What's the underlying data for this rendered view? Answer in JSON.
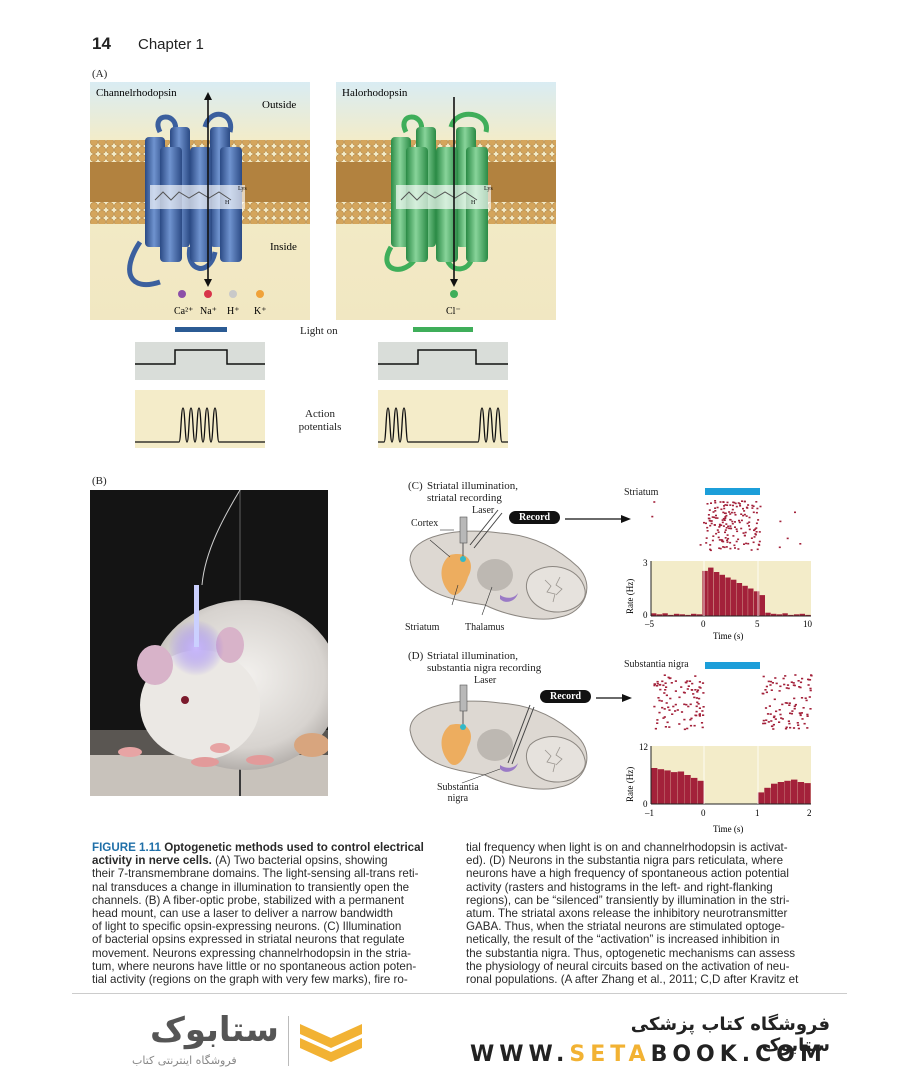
{
  "header": {
    "page_number": "14",
    "chapter": "Chapter 1"
  },
  "panel_a": {
    "letter": "(A)",
    "channel_title": "Channelrhodopsin",
    "outside": "Outside",
    "inside": "Inside",
    "halo_title": "Halorhodopsin",
    "ions_channel": [
      "Ca²⁺",
      "Na⁺",
      "H⁺",
      "K⁺"
    ],
    "ions_halo": [
      "Cl⁻"
    ],
    "lys": "Lys",
    "h": "H",
    "light_on": "Light on",
    "action_potentials": [
      "Action",
      "potentials"
    ],
    "colors": {
      "channel_blue": "#3b5f9e",
      "halo_green": "#3fae5a",
      "membrane": "#c99a52",
      "bg": "#f3ecc8"
    }
  },
  "panel_b": {
    "letter": "(B)"
  },
  "panel_c": {
    "letter": "(C)",
    "title_lines": [
      "Striatal illumination,",
      "striatal recording"
    ],
    "laser": "Laser",
    "record": "Record",
    "cortex": "Cortex",
    "striatum": "Striatum",
    "thalamus": "Thalamus",
    "plot_title": "Striatum",
    "ylabel": "Rate (Hz)",
    "xlabel": "Time (s)",
    "yticks": [
      "3",
      "0"
    ],
    "xticks": [
      "–5",
      "0",
      "5",
      "10"
    ]
  },
  "panel_d": {
    "letter": "(D)",
    "title_lines": [
      "Striatal illumination,",
      "substantia nigra recording"
    ],
    "laser": "Laser",
    "record": "Record",
    "substantia": [
      "Substantia",
      "nigra"
    ],
    "plot_title": "Substantia nigra",
    "ylabel": "Rate (Hz)",
    "xlabel": "Time (s)",
    "yticks": [
      "12",
      "0"
    ],
    "xticks": [
      "–1",
      "0",
      "1",
      "2"
    ]
  },
  "caption": {
    "label": "FIGURE 1.11",
    "title": "Optogenetic methods used to control electrical activity in nerve cells.",
    "left_lines": [
      "(A) Two bacterial opsins, showing",
      "their 7-transmembrane domains. The light-sensing all-trans reti-",
      "nal transduces a change in illumination to transiently open the",
      "channels. (B) A fiber-optic probe, stabilized with a permanent",
      "head mount, can use a laser to deliver a narrow bandwidth",
      "of light to specific opsin-expressing neurons. (C) Illumination",
      "of bacterial opsins expressed in striatal neurons that regulate",
      "movement. Neurons expressing channelrhodopsin in the stria-",
      "tum, where neurons have little or no spontaneous action poten-",
      "tial activity (regions on the graph with very few marks), fire ro-"
    ],
    "right_lines": [
      "tial frequency when light is on and channelrhodopsin is activat-",
      "ed). (D) Neurons in the substantia nigra pars reticulata, where",
      "neurons have a high frequency of spontaneous action potential",
      "activity (rasters and histograms in the left- and right-flanking",
      "regions), can be “silenced” transiently by illumination in the stri-",
      "atum. The striatal axons release the inhibitory neurotransmitter",
      "GABA. Thus, when the striatal neurons are stimulated optoge-",
      "netically, the result of the “activation” is increased inhibition in",
      "the substantia nigra. Thus, optogenetic mechanisms can assess",
      "the physiology of neural circuits based on the activation of neu-",
      "ronal populations. (A after Zhang et al., 2011; C,D after Kravitz et"
    ]
  },
  "footer": {
    "logo_text": "ستابوک",
    "logo_sub": "فروشگاه اینترنتی کتاب",
    "store_name": "فروشگاه کتاب پزشکی ستابوک",
    "url_prefix": "WWW.",
    "url_highlight": "SETA",
    "url_suffix": "BOOK.COM",
    "colors": {
      "accent": "#f2b233",
      "dark": "#333333"
    }
  }
}
